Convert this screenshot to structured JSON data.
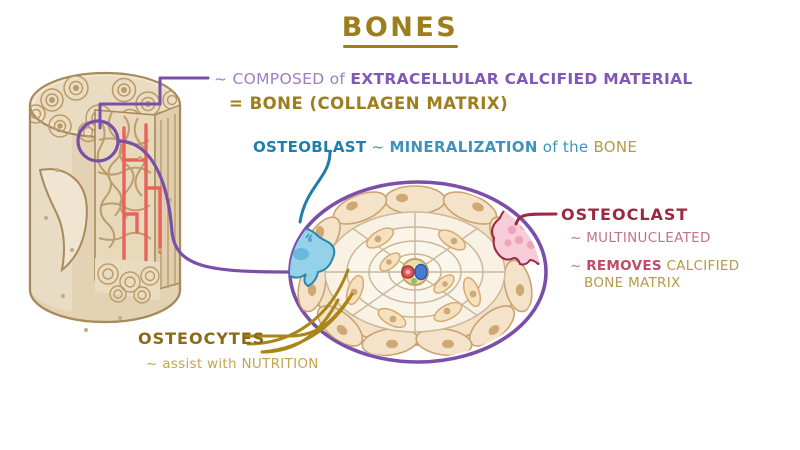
{
  "title": {
    "text": "BONES",
    "color": "#9c7e1c"
  },
  "annotations": {
    "composed": {
      "tilde": "~ ",
      "lead": "COMPOSED of ",
      "emphasis": "EXTRACELLULAR CALCIFIED MATERIAL",
      "line2": "= BONE (COLLAGEN MATRIX)",
      "color_light": "#9d7ec4",
      "color_bold": "#8257b8",
      "color_line2": "#9c7e1c"
    },
    "osteoblast": {
      "label": "OSTEOBLAST",
      "tilde": " ~ ",
      "detail": "MINERALIZATION",
      "detail_tail": " of the ",
      "target": "BONE",
      "color_label": "#1f7fa8",
      "color_detail": "#3f93bb",
      "color_target": "#b79a45"
    },
    "osteoclast": {
      "label": "OSTEOCLAST",
      "point1": "~ MULTINUCLEATED",
      "point2_mark": "~ ",
      "point2_bold": "REMOVES",
      "point2_rest": " CALCIFIED",
      "point2_line2": "BONE MATRIX",
      "color_label": "#9e2742",
      "color_point1": "#c2738a",
      "color_bold": "#c24a68",
      "color_rest": "#b79a45"
    },
    "osteocytes": {
      "label": "OSTEOCYTES",
      "detail": "~ assist with NUTRITION",
      "color_label": "#8a6a15",
      "color_detail": "#c3a44f"
    }
  },
  "figures": {
    "bone_cylinder": {
      "name": "bone-cylinder-cross-section",
      "parts": [
        "compact-bone",
        "spongy-bone",
        "haversian-canal",
        "blood-vessels",
        "periosteum"
      ],
      "colors": {
        "cortical": "#e5d6bb",
        "cortical_shade": "#d9c6a4",
        "trabecular": "#efe3cd",
        "outline": "#a98a5c",
        "vessel": "#e8635c"
      }
    },
    "osteon_magnified": {
      "name": "osteon-magnified-view",
      "parts": [
        "concentric-lamellae",
        "central-canal",
        "artery",
        "vein",
        "osteocytes",
        "osteoblast-cell",
        "osteoclast-cell"
      ],
      "colors": {
        "lamellae": "#f6efe2",
        "lamellae_line": "#c9b89a",
        "osteocyte_fill": "#f2dfc0",
        "osteocyte_nucleus": "#c9a372",
        "osteoblast": "#8fd0ea",
        "osteoblast_outline": "#2f86ad",
        "osteoclast": "#f6c9d6",
        "osteoclast_outline": "#9e2742",
        "artery": "#e0565c",
        "vein": "#3f6fd0",
        "circle_ring": "#7b4fa8"
      }
    }
  },
  "leader_lines": {
    "composed_to_bone": "#7b4fa8",
    "osteon_zoom": "#7b4fa8",
    "osteoblast": "#1f7fa8",
    "osteoclast": "#9e2742",
    "osteocytes": "#a8861a"
  }
}
